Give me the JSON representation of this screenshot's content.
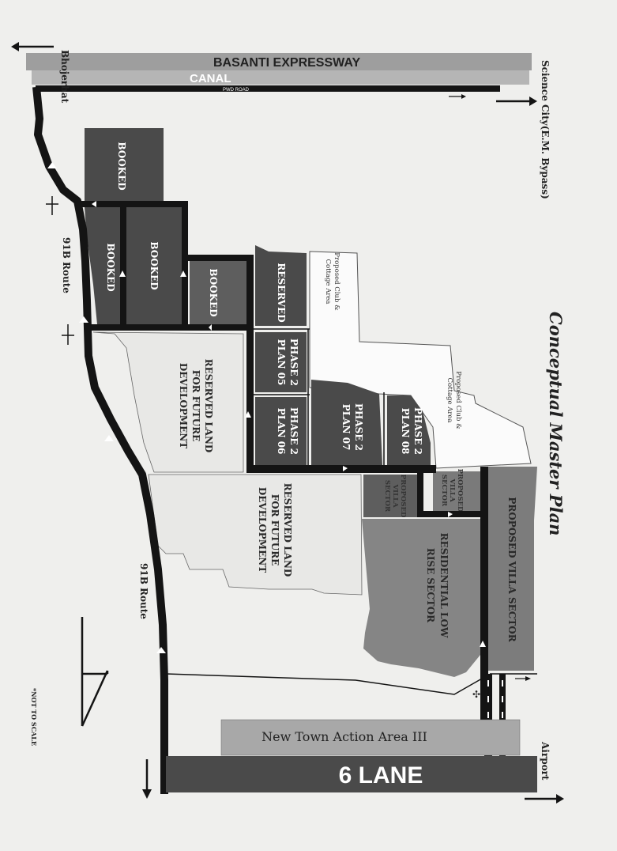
{
  "roads": {
    "expressway": "BASANTI EXPRESSWAY",
    "canal": "CANAL",
    "pwd_road": "PWD ROAD",
    "route_upper": "91B Route",
    "route_lower": "91B Route",
    "six_lane": "6 LANE"
  },
  "directions": {
    "bhojerhat": "Bhojerhat",
    "science_city": "Science City(E.M. Bypass)",
    "airport": "Airport"
  },
  "plots": {
    "booked_1": "BOOKED",
    "booked_2": "BOOKED",
    "booked_3": "BOOKED",
    "booked_4": "BOOKED",
    "reserved": "RESERVED",
    "phase2_plan05": [
      "PHASE 2",
      "PLAN 05"
    ],
    "phase2_plan06": [
      "PHASE 2",
      "PLAN 06"
    ],
    "phase2_plan07": [
      "PHASE 2",
      "PLAN 07"
    ],
    "phase2_plan08": [
      "PHASE 2",
      "PLAN 08"
    ],
    "reserved_land_1": [
      "RESERVED LAND",
      "FOR FUTURE",
      "DEVELOPMENT"
    ],
    "reserved_land_2": [
      "RESERVED LAND",
      "FOR FUTURE",
      "DEVELOPMENT"
    ],
    "villa_sector_small_1": [
      "PROPOSED",
      "VILLA",
      "SECTOR"
    ],
    "villa_sector_small_2": [
      "PROPOSED",
      "VILLA",
      "SECTOR"
    ],
    "residential_low_rise": [
      "RESIDENTIAL LOW",
      "RISE SECTOR"
    ],
    "proposed_villa_sector": "PROPOSED VILLA SECTOR",
    "club_1": [
      "Proposed Club &",
      "Cottage Area"
    ],
    "club_2": [
      "Proposed Club &",
      "Cottage Area"
    ],
    "new_town": "New Town Action Area III"
  },
  "title": "Conceptual Master Plan",
  "note": "*NOT TO SCALE",
  "colors": {
    "road": "#141414",
    "plot_dark": "#4a4a4a",
    "plot_mid": "#5e5e5e",
    "plot_light": "#858585",
    "band": "#a8a8a8"
  }
}
